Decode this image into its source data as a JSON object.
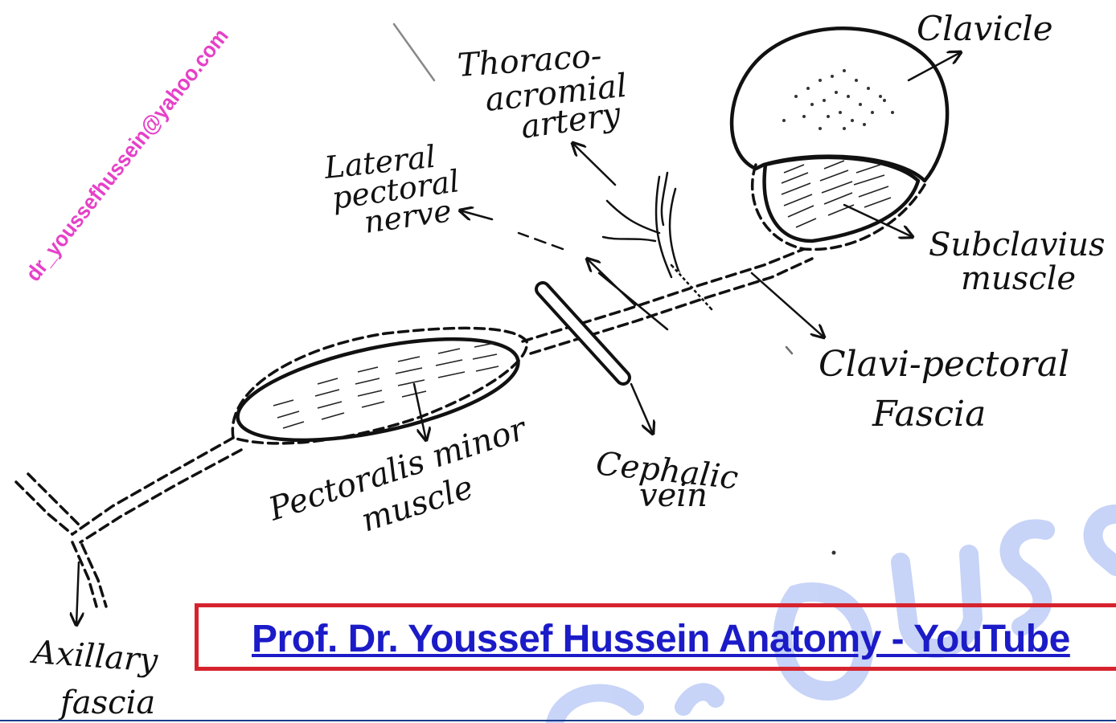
{
  "watermark": {
    "email": "dr_youssefhussein@yahoo.com",
    "email_color": "#e640c8",
    "background_mark_color": "#9ab0f2"
  },
  "labels": {
    "clavicle": "Clavicle",
    "thoraco_line1": "Thoraco-",
    "thoraco_line2": "acromial",
    "thoraco_line3": "artery",
    "lateral_line1": "Lateral",
    "lateral_line2": "pectoral",
    "lateral_line3": "nerve",
    "subclavius_line1": "Subclavius",
    "subclavius_line2": "muscle",
    "clavipectoral_line1": "Clavi-pectoral",
    "clavipectoral_line2": "Fascia",
    "cephalic_line1": "Cephalic",
    "cephalic_line2": "vein",
    "pectoralis_line1": "Pectoralis minor",
    "pectoralis_line2": "muscle",
    "axillary_line1": "Axillary",
    "axillary_line2": "fascia"
  },
  "link": {
    "text": "Prof. Dr. Youssef Hussein Anatomy - YouTube",
    "border_color": "#d6232e",
    "text_color": "#1b1bc8"
  },
  "colors": {
    "ink": "#111111",
    "rule": "#1a3c8c"
  }
}
